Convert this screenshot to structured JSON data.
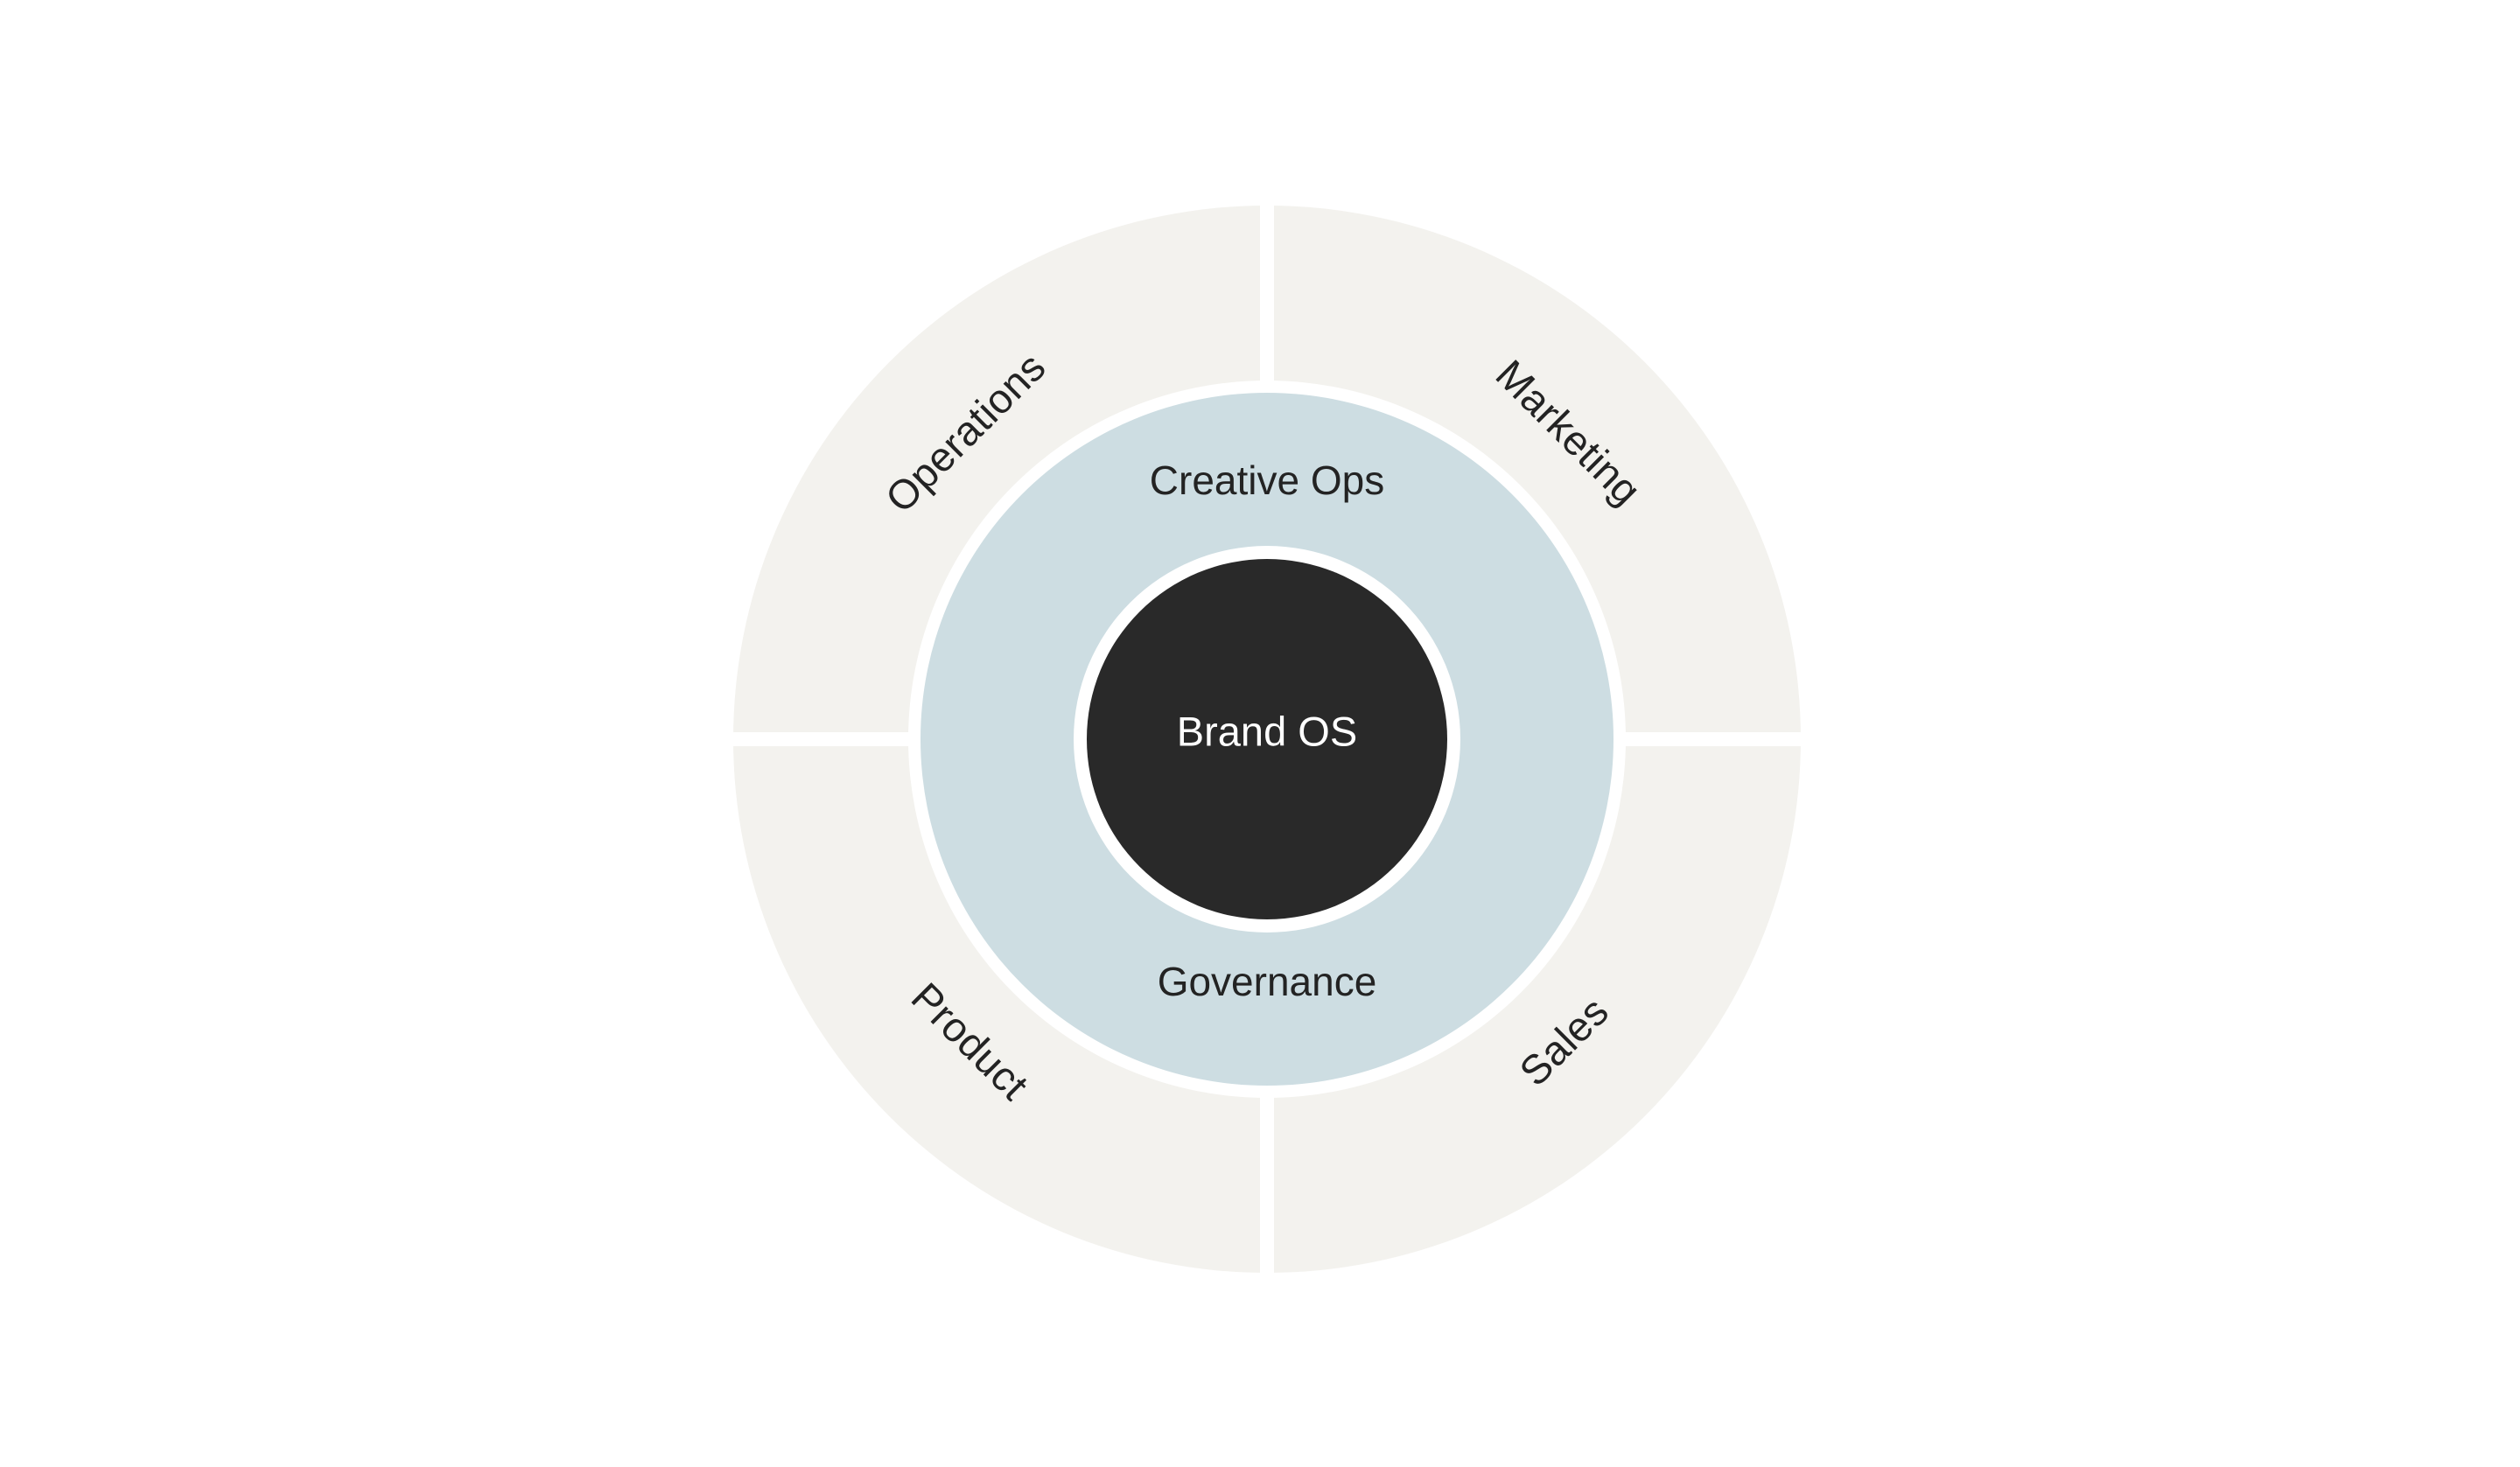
{
  "diagram": {
    "outer_segments": [
      {
        "id": "top-left",
        "label": "Operations"
      },
      {
        "id": "top-right",
        "label": "Marketing"
      },
      {
        "id": "bottom-left",
        "label": "Product"
      },
      {
        "id": "bottom-right",
        "label": "Sales"
      }
    ],
    "middle_ring": {
      "top_label": "Creative Ops",
      "bottom_label": "Governance"
    },
    "core": {
      "label": "Brand OS"
    },
    "colors": {
      "background": "#ffffff",
      "outer_fill": "#f3f2ee",
      "middle_fill": "#cddde2",
      "core_fill": "#292929",
      "separator": "#ffffff",
      "dark_text": "#232323",
      "light_text": "#ffffff"
    }
  }
}
